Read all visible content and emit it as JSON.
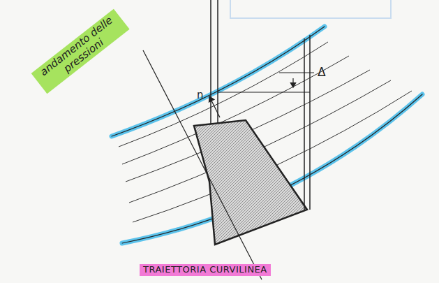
{
  "diagram": {
    "labels": [
      "andamento delle pressioni",
      "TRAIETTORIA CURVILINEA",
      "Δ",
      "n"
    ]
  }
}
